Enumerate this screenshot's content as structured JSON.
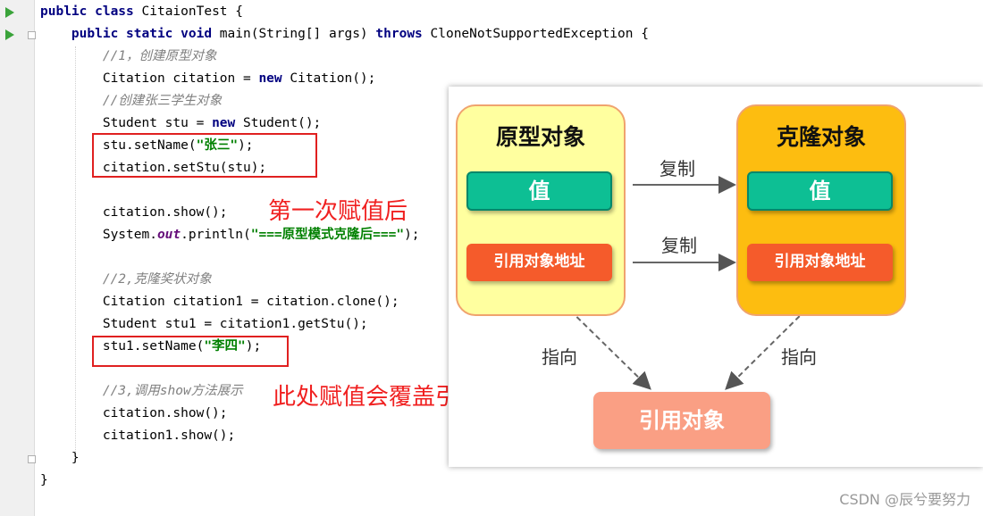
{
  "editor": {
    "lines": [
      {
        "segments": [
          {
            "t": "public class ",
            "c": "kw"
          },
          {
            "t": "CitaionTest {",
            "c": ""
          }
        ]
      },
      {
        "segments": [
          {
            "t": "    public static void ",
            "c": "kw"
          },
          {
            "t": "main(String[] args) ",
            "c": ""
          },
          {
            "t": "throws ",
            "c": "kw"
          },
          {
            "t": "CloneNotSupportedException {",
            "c": ""
          }
        ]
      },
      {
        "segments": [
          {
            "t": "        //1，创建原型对象",
            "c": "cm"
          }
        ]
      },
      {
        "segments": [
          {
            "t": "        Citation citation = ",
            "c": ""
          },
          {
            "t": "new ",
            "c": "kw"
          },
          {
            "t": "Citation();",
            "c": ""
          }
        ]
      },
      {
        "segments": [
          {
            "t": "        //创建张三学生对象",
            "c": "cm"
          }
        ]
      },
      {
        "segments": [
          {
            "t": "        Student stu = ",
            "c": ""
          },
          {
            "t": "new ",
            "c": "kw"
          },
          {
            "t": "Student();",
            "c": ""
          }
        ]
      },
      {
        "segments": [
          {
            "t": "        stu.setName(",
            "c": ""
          },
          {
            "t": "\"张三\"",
            "c": "str"
          },
          {
            "t": ");",
            "c": ""
          }
        ]
      },
      {
        "segments": [
          {
            "t": "        citation.setStu(stu);",
            "c": ""
          }
        ]
      },
      {
        "segments": [
          {
            "t": "",
            "c": ""
          }
        ]
      },
      {
        "segments": [
          {
            "t": "        citation.show();",
            "c": ""
          }
        ]
      },
      {
        "segments": [
          {
            "t": "        System.",
            "c": ""
          },
          {
            "t": "out",
            "c": "fld"
          },
          {
            "t": ".println(",
            "c": ""
          },
          {
            "t": "\"===原型模式克隆后===\"",
            "c": "str"
          },
          {
            "t": ");",
            "c": ""
          }
        ]
      },
      {
        "segments": [
          {
            "t": "",
            "c": ""
          }
        ]
      },
      {
        "segments": [
          {
            "t": "        //2,克隆奖状对象",
            "c": "cm"
          }
        ]
      },
      {
        "segments": [
          {
            "t": "        Citation citation1 = citation.clone();",
            "c": ""
          }
        ]
      },
      {
        "segments": [
          {
            "t": "        Student stu1 = citation1.getStu();",
            "c": ""
          }
        ]
      },
      {
        "segments": [
          {
            "t": "        stu1.setName(",
            "c": ""
          },
          {
            "t": "\"李四\"",
            "c": "str"
          },
          {
            "t": ");",
            "c": ""
          }
        ]
      },
      {
        "segments": [
          {
            "t": "",
            "c": ""
          }
        ]
      },
      {
        "segments": [
          {
            "t": "        //3,调用show方法展示",
            "c": "cm"
          }
        ]
      },
      {
        "segments": [
          {
            "t": "        citation.show();",
            "c": ""
          }
        ]
      },
      {
        "segments": [
          {
            "t": "        citation1.show();",
            "c": ""
          }
        ]
      },
      {
        "segments": [
          {
            "t": "    }",
            "c": ""
          }
        ]
      },
      {
        "segments": [
          {
            "t": "}",
            "c": ""
          }
        ]
      }
    ]
  },
  "annotations": {
    "first_assign": "第一次赋值后",
    "overwrite_note": "此处赋值会覆盖引用对象数据"
  },
  "diagram": {
    "prototype": {
      "title": "原型对象",
      "value": "值",
      "ref": "引用对象地址"
    },
    "clone": {
      "title": "克隆对象",
      "value": "值",
      "ref": "引用对象地址"
    },
    "copy_label_1": "复制",
    "copy_label_2": "复制",
    "points_to_left": "指向",
    "points_to_right": "指向",
    "ref_object": "引用对象"
  },
  "watermark": "CSDN @辰兮要努力",
  "colors": {
    "keyword": "#000080",
    "comment": "#808080",
    "string": "#008000",
    "annotation_red": "#f02020",
    "prototype_fill": "#ffff9f",
    "clone_fill": "#fdbd10",
    "value_box": "#0dbf94",
    "ref_box": "#f55b2b",
    "ref_object": "#fa9f84"
  }
}
